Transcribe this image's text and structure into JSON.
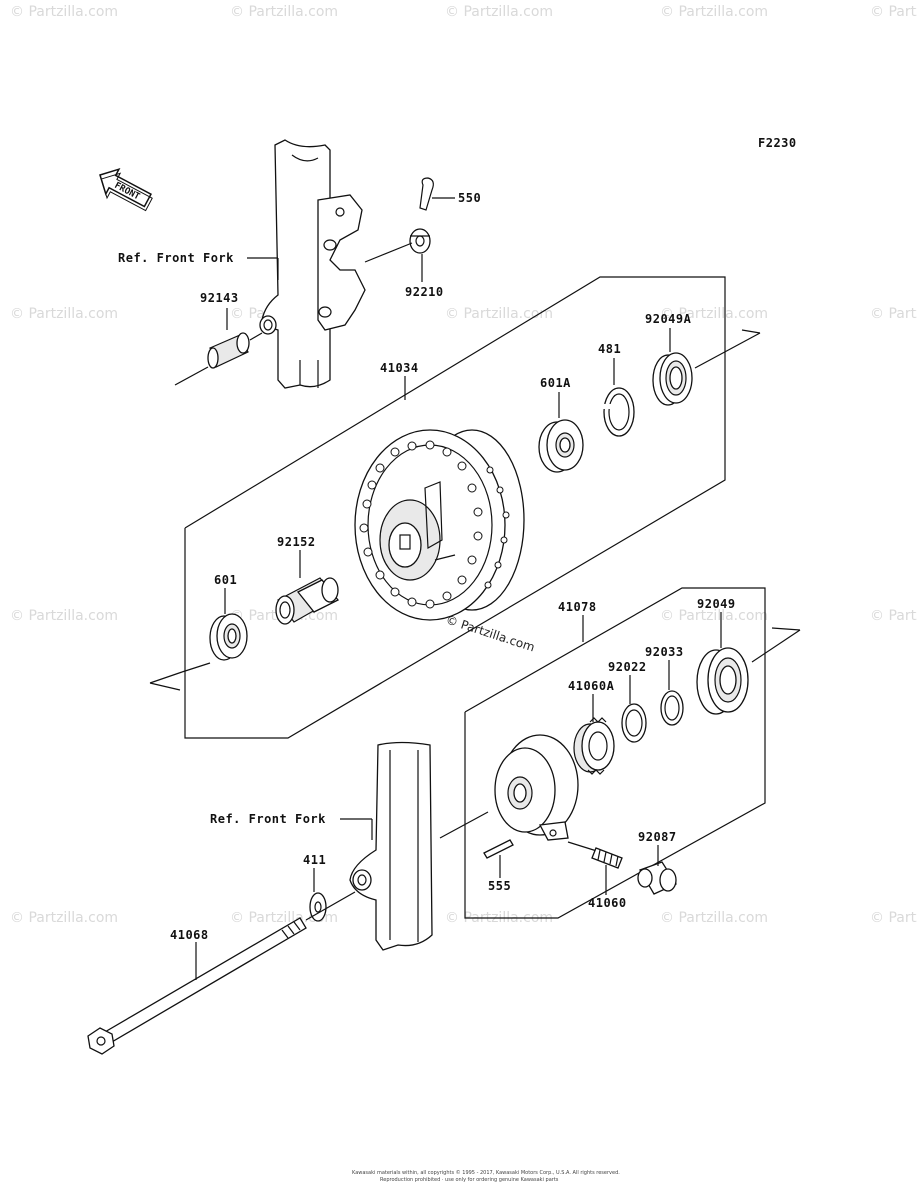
{
  "figure_id": "F2230",
  "front_label": "FRONT",
  "watermark_text": "© Partzilla.com",
  "center_watermark": "© Partzilla.com",
  "ref_labels": [
    "Ref. Front Fork",
    "Ref. Front Fork"
  ],
  "part_labels": {
    "p550": "550",
    "p92210": "92210",
    "p92143": "92143",
    "p41034": "41034",
    "p601A": "601A",
    "p481": "481",
    "p92049A": "92049A",
    "p92152": "92152",
    "p601": "601",
    "p41078": "41078",
    "p92049": "92049",
    "p92033": "92033",
    "p92022": "92022",
    "p41060A": "41060A",
    "p92087": "92087",
    "p555": "555",
    "p41060": "41060",
    "p411": "411",
    "p41068": "41068"
  },
  "footer": {
    "line1": "Kawasaki materials within, all copyrights © 1995 - 2017, Kawasaki Motors Corp., U.S.A. All rights reserved.",
    "line2": "Reproduction prohibited · use only for ordering genuine Kawasaki parts"
  },
  "colors": {
    "ink": "#111111",
    "watermark": "#d9d9d9",
    "background": "#ffffff"
  }
}
